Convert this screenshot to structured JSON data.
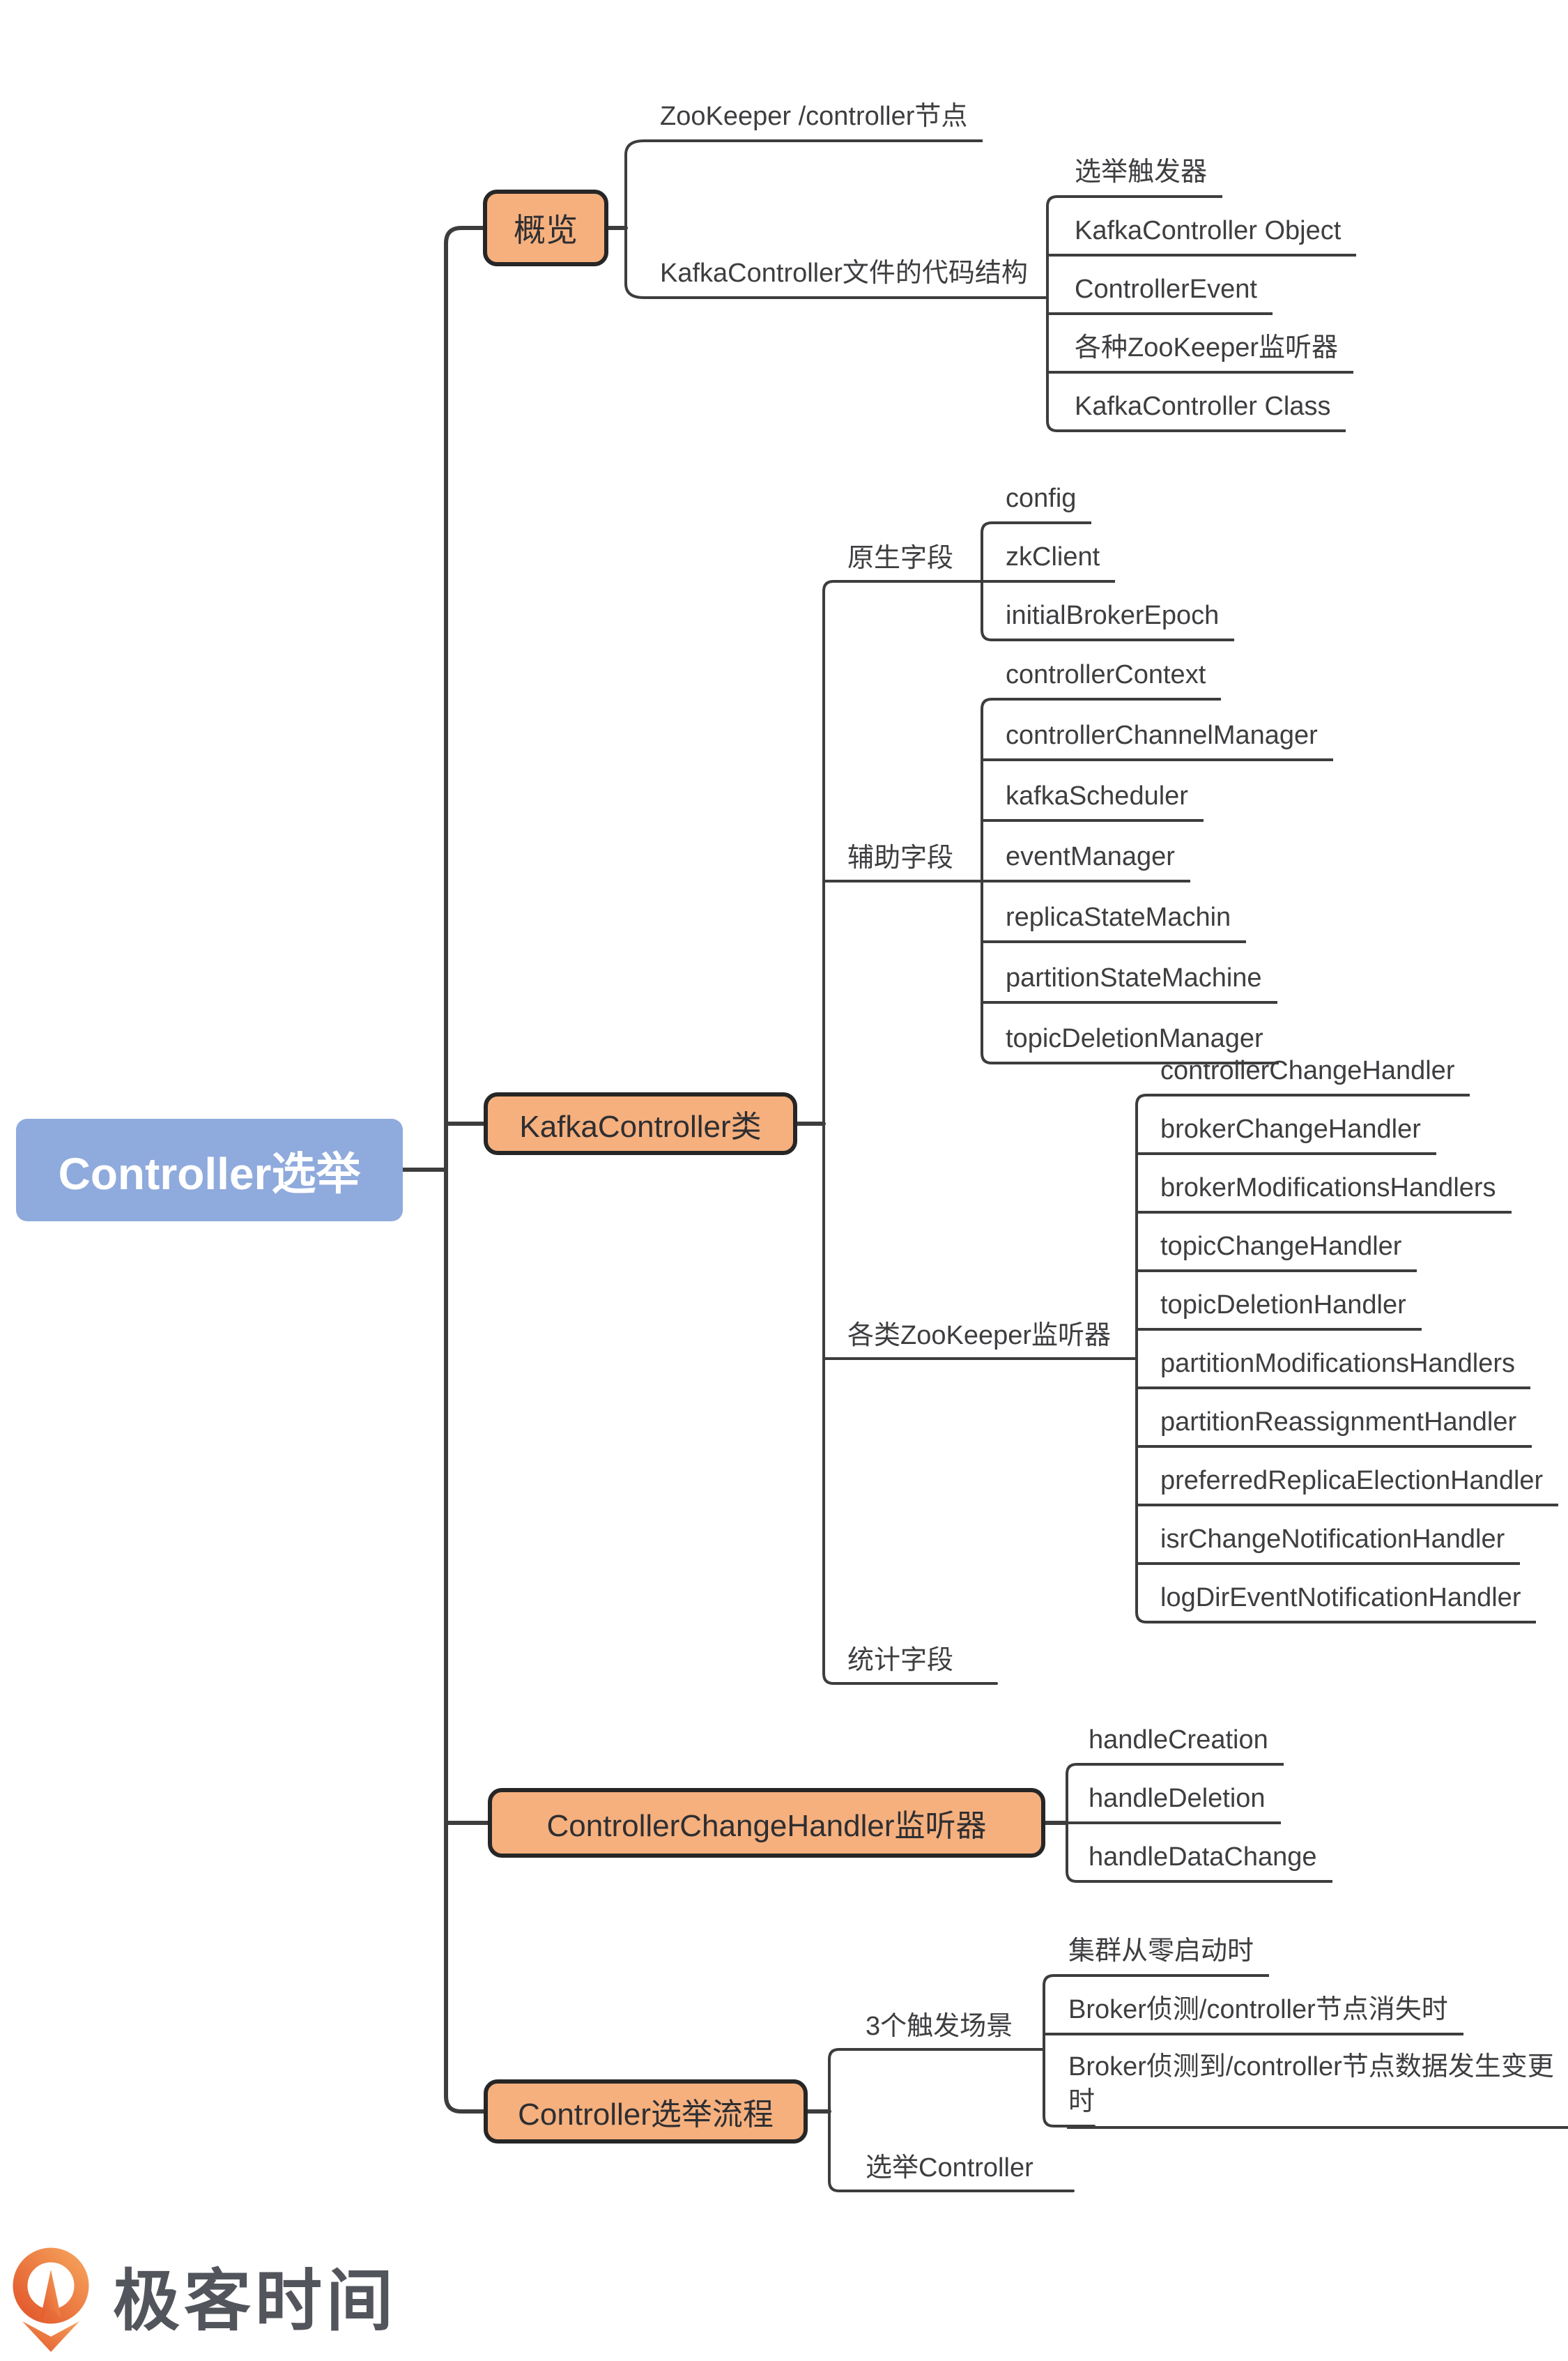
{
  "root": {
    "label": "Controller选举"
  },
  "branches": [
    {
      "label": "概览",
      "children": [
        {
          "label": "ZooKeeper /controller节点"
        },
        {
          "label": "KafkaController文件的代码结构",
          "children": [
            "选举触发器",
            "KafkaController Object",
            "ControllerEvent",
            "各种ZooKeeper监听器",
            "KafkaController Class"
          ]
        }
      ]
    },
    {
      "label": "KafkaController类",
      "groups": [
        {
          "label": "原生字段",
          "items": [
            "config",
            "zkClient",
            "initialBrokerEpoch"
          ]
        },
        {
          "label": "辅助字段",
          "items": [
            "controllerContext",
            "controllerChannelManager",
            "kafkaScheduler",
            "eventManager",
            "replicaStateMachin",
            "partitionStateMachine",
            "topicDeletionManager"
          ]
        },
        {
          "label": "各类ZooKeeper监听器",
          "items": [
            "controllerChangeHandler",
            "brokerChangeHandler",
            "brokerModificationsHandlers",
            "topicChangeHandler",
            "topicDeletionHandler",
            "partitionModificationsHandlers",
            "partitionReassignmentHandler",
            "preferredReplicaElectionHandler",
            "isrChangeNotificationHandler",
            "logDirEventNotificationHandler"
          ]
        },
        {
          "label": "统计字段",
          "items": []
        }
      ]
    },
    {
      "label": "ControllerChangeHandler监听器",
      "items": [
        "handleCreation",
        "handleDeletion",
        "handleDataChange"
      ]
    },
    {
      "label": "Controller选举流程",
      "groups": [
        {
          "label": "3个触发场景",
          "items": [
            "集群从零启动时",
            "Broker侦测/controller节点消失时",
            "Broker侦测到/controller节点数据发生变更时"
          ]
        },
        {
          "label": "选举Controller",
          "items": []
        }
      ]
    }
  ],
  "logo": {
    "text": "极客时间"
  },
  "colors": {
    "topic_fill": "#F5B07E",
    "topic_border": "#262626",
    "root_fill": "#8FAADC",
    "root_text": "#FFFFFF",
    "wire": "#3D3D3D",
    "text": "#3E3E41",
    "logo_orange_top": "#F5A15A",
    "logo_orange_bottom": "#E2572C",
    "logo_text": "#53555C"
  }
}
